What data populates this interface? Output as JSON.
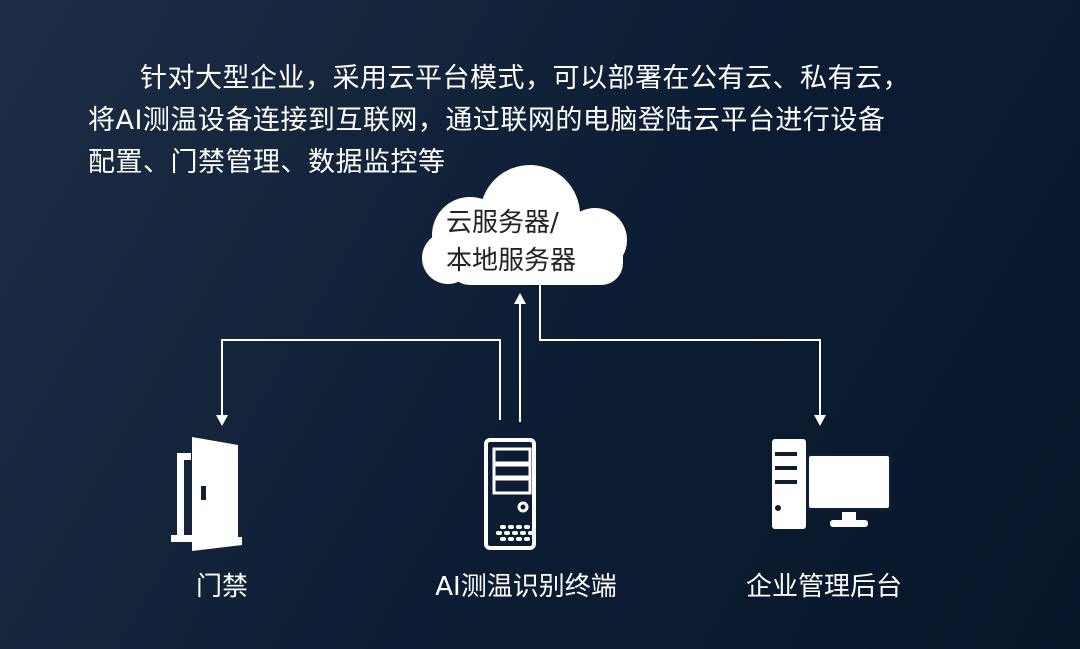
{
  "intro": {
    "lines": [
      "针对大型企业，采用云平台模式，可以部署在公有云、私有云，",
      "将AI测温设备连接到互联网，通过联网的电脑登陆云平台进行设备",
      "配置、门禁管理、数据监控等"
    ]
  },
  "cloud": {
    "line1": "云服务器/",
    "line2": "本地服务器"
  },
  "nodes": {
    "door": "门禁",
    "terminal": "AI测温识别终端",
    "admin": "企业管理后台"
  },
  "colors": {
    "background": "#0c1c33",
    "foreground": "#ffffff"
  }
}
